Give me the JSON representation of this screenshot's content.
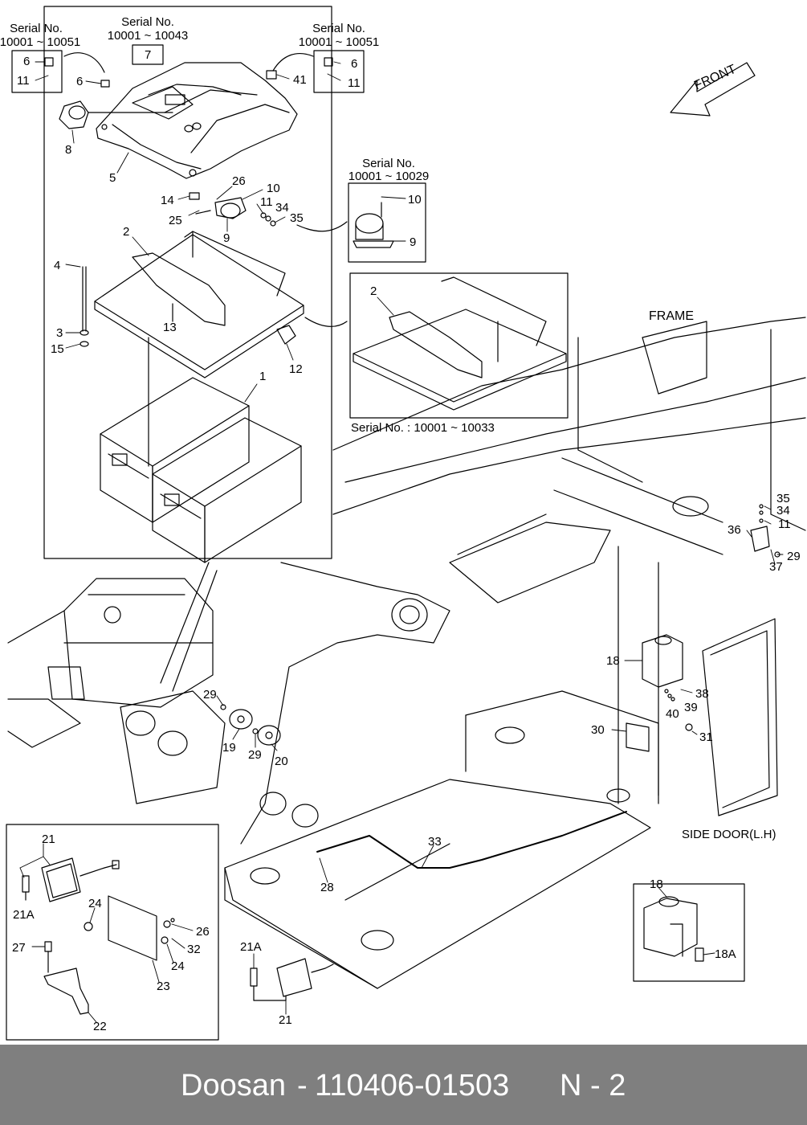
{
  "serial_labels": {
    "top_left_title": "Serial No.",
    "top_left_range": "10001 ~ 10051",
    "top_mid_title": "Serial No.",
    "top_mid_range": "10001 ~ 10043",
    "top_right_title": "Serial No.",
    "top_right_range": "10001 ~ 10051",
    "relay_title": "Serial No.",
    "relay_range": "10001 ~ 10029",
    "tray_caption": "Serial No. : 10001 ~ 10033"
  },
  "region_labels": {
    "frame": "FRAME",
    "front": "FRONT",
    "side_door": "SIDE DOOR(L.H)"
  },
  "callouts": {
    "c6a": "6",
    "c11a": "11",
    "c7": "7",
    "c6b": "6",
    "c8": "8",
    "c5": "5",
    "c41": "41",
    "c6c": "6",
    "c11b": "11",
    "c26": "26",
    "c10": "10",
    "c14": "14",
    "c11c": "11",
    "c34": "34",
    "c35": "35",
    "c25": "25",
    "c9": "9",
    "c10b": "10",
    "c9b": "9",
    "c2": "2",
    "c4": "4",
    "c13": "13",
    "c3": "3",
    "c15": "15",
    "c12": "12",
    "c1": "1",
    "c2b": "2",
    "c35b": "35",
    "c34b": "34",
    "c11d": "11",
    "c36": "36",
    "c29": "29",
    "c37": "37",
    "c18": "18",
    "c38": "38",
    "c40": "40",
    "c39": "39",
    "c30": "30",
    "c31": "31",
    "c29b": "29",
    "c19": "19",
    "c29c": "29",
    "c20": "20",
    "c21": "21",
    "c21A": "21A",
    "c24": "24",
    "c26b": "26",
    "c32": "32",
    "c27": "27",
    "c24b": "24",
    "c23": "23",
    "c22": "22",
    "c33": "33",
    "c28": "28",
    "c21Ab": "21A",
    "c21b": "21",
    "c18b": "18",
    "c18A": "18A"
  },
  "footer": {
    "brand": "Doosan",
    "separator": "-",
    "part_number": "110406-01503",
    "page": "N - 2"
  },
  "colors": {
    "line": "#000000",
    "footer_bg": "#7f7f7f",
    "footer_text": "#ffffff"
  }
}
